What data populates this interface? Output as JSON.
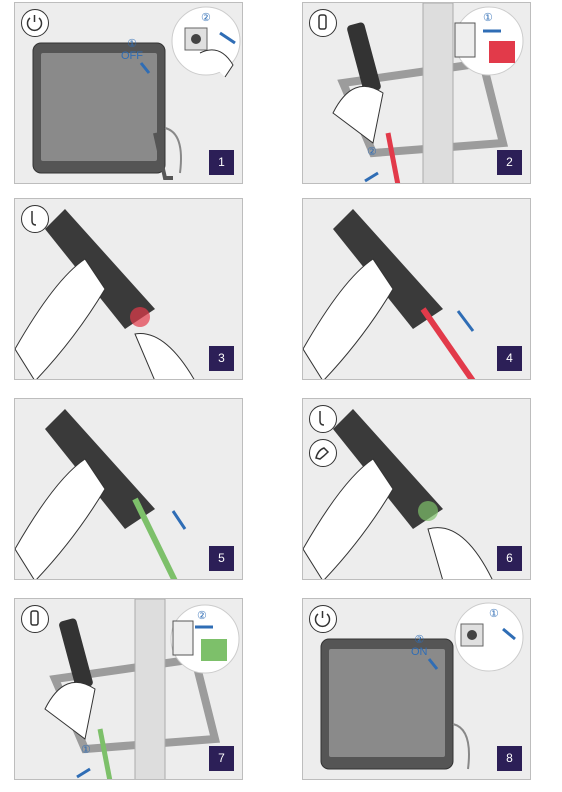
{
  "steps": [
    {
      "number": "1",
      "tool": "power-icon",
      "callouts": [
        {
          "marker": "①",
          "text": "OFF"
        },
        {
          "marker": "②",
          "text": ""
        }
      ]
    },
    {
      "number": "2",
      "tool": "probe-holder-icon",
      "callouts": [
        {
          "marker": "①",
          "text": ""
        },
        {
          "marker": "②",
          "text": ""
        }
      ]
    },
    {
      "number": "3",
      "tool": "probe-tip-icon",
      "callouts": []
    },
    {
      "number": "4",
      "tool": "",
      "callouts": []
    },
    {
      "number": "5",
      "tool": "",
      "callouts": []
    },
    {
      "number": "6",
      "tool": "probe-tip-icon",
      "tool2": "hand-icon",
      "callouts": []
    },
    {
      "number": "7",
      "tool": "probe-holder-icon",
      "callouts": [
        {
          "marker": "②",
          "text": ""
        },
        {
          "marker": "①",
          "text": ""
        }
      ]
    },
    {
      "number": "8",
      "tool": "power-icon",
      "callouts": [
        {
          "marker": "①",
          "text": ""
        },
        {
          "marker": "②",
          "text": "ON"
        }
      ]
    }
  ],
  "colors": {
    "badge": "#2c1f57",
    "arrow": "#2f6db5",
    "cable_red": "#e23a4a",
    "cable_green": "#7dc06a",
    "panel_bg": "#ededed",
    "handle": "#3a3a3a"
  }
}
